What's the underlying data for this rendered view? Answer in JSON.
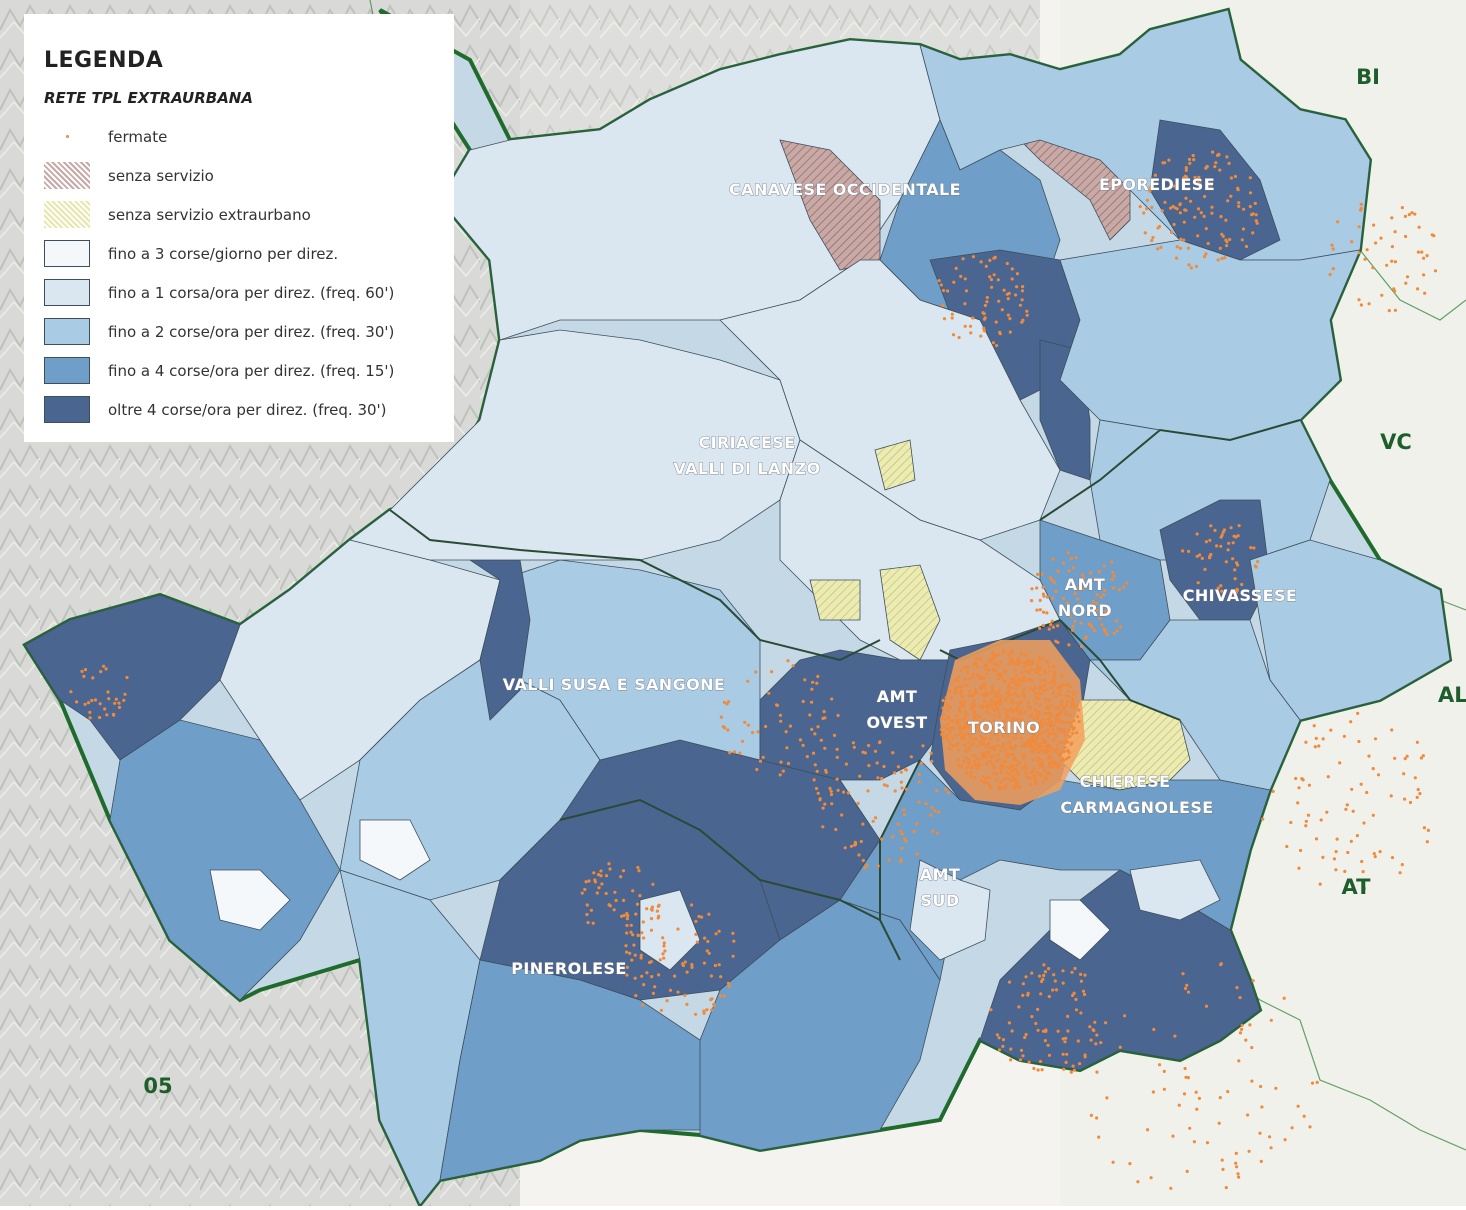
{
  "legend": {
    "title": "LEGENDA",
    "subtitle": "RETE TPL EXTRAURBANA",
    "items": [
      {
        "label": "fermate",
        "kind": "dot",
        "color": "#f08a3c"
      },
      {
        "label": "senza servizio",
        "kind": "hatch",
        "color": "#c9a9a6"
      },
      {
        "label": "senza servizio extraurbano",
        "kind": "hatch",
        "color": "#e8e6a8"
      },
      {
        "label": "fino a 3 corse/giorno per direz.",
        "kind": "fill",
        "color": "#f4f8fb"
      },
      {
        "label": "fino a 1 corsa/ora per direz. (freq. 60')",
        "kind": "fill",
        "color": "#dbe7f0"
      },
      {
        "label": "fino a 2 corse/ora per direz. (freq. 30')",
        "kind": "fill",
        "color": "#a9cbe3"
      },
      {
        "label": "fino a 4 corse/ora per direz. (freq. 15')",
        "kind": "fill",
        "color": "#6f9fc8"
      },
      {
        "label": "oltre 4 corse/ora per direz. (freq. 30')",
        "kind": "fill",
        "color": "#4a6590"
      }
    ]
  },
  "areas": {
    "canavese": "CANAVESE OCCIDENTALE",
    "eporediese": "EPOREDIESE",
    "ciriacese_1": "CIRIACESE",
    "ciriacese_2": "VALLI DI LANZO",
    "amt_nord_1": "AMT",
    "amt_nord_2": "NORD",
    "chivassese": "CHIVASSESE",
    "valli_susa": "VALLI SUSA E SANGONE",
    "amt_ovest_1": "AMT",
    "amt_ovest_2": "OVEST",
    "torino": "TORINO",
    "chierese_1": "CHIERESE",
    "chierese_2": "CARMAGNOLESE",
    "amt_sud_1": "AMT",
    "amt_sud_2": "SUD",
    "pinerolese": "PINEROLESE"
  },
  "provinces": {
    "bi": "BI",
    "vc": "VC",
    "al": "AL",
    "at": "AT",
    "cn": "05"
  },
  "colors": {
    "boundary": "#1f6b2c",
    "stops": "#f08a3c",
    "torino_core": "#f3a05c"
  }
}
